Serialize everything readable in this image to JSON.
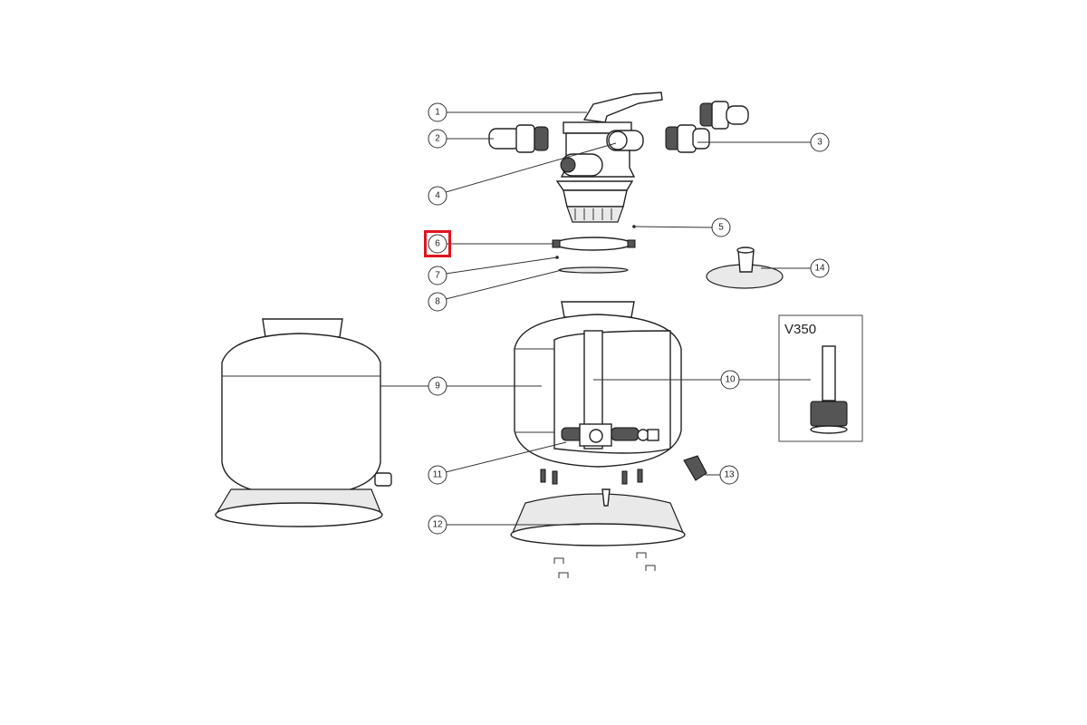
{
  "diagram": {
    "highlight_color": "#e0141e",
    "highlighted_part": "6",
    "callouts": [
      "1",
      "2",
      "3",
      "4",
      "5",
      "6",
      "7",
      "8",
      "9",
      "10",
      "11",
      "12",
      "13",
      "14"
    ],
    "inset_label": "V350"
  }
}
